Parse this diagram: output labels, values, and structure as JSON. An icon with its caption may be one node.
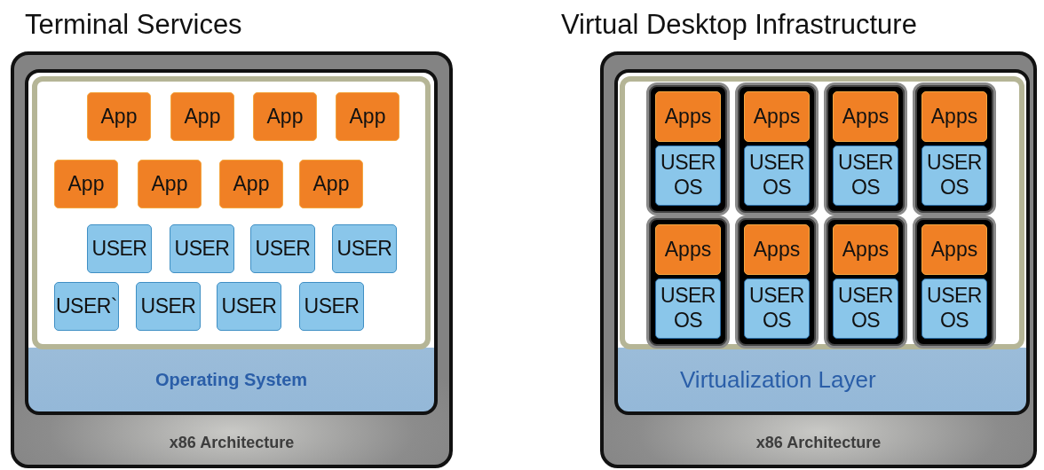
{
  "diagram": {
    "nodes": [
      {
        "text": [
          "Terminal Services",
          "x86 Architecture"
        ]
      },
      {
        "text": [
          "Operating System"
        ],
        "in": 0
      },
      {
        "text": [],
        "shape": "box",
        "in": 1
      },
      {
        "text": [
          "App"
        ],
        "in": 2
      },
      {
        "text": [
          "App"
        ],
        "in": 2
      },
      {
        "text": [
          "App"
        ],
        "in": 2
      },
      {
        "text": [
          "App"
        ],
        "in": 2
      },
      {
        "text": [
          "App"
        ],
        "in": 2
      },
      {
        "text": [
          "App"
        ],
        "in": 2
      },
      {
        "text": [
          "App"
        ],
        "in": 2
      },
      {
        "text": [
          "App"
        ],
        "in": 2
      },
      {
        "text": [
          "USER"
        ],
        "in": 2
      },
      {
        "text": [
          "USER"
        ],
        "in": 2
      },
      {
        "text": [
          "USER"
        ],
        "in": 2
      },
      {
        "text": [
          "USER"
        ],
        "in": 2
      },
      {
        "text": [
          "USER`"
        ],
        "in": 2
      },
      {
        "text": [
          "USER"
        ],
        "in": 2
      },
      {
        "text": [
          "USER"
        ],
        "in": 2
      },
      {
        "text": [
          "USER"
        ],
        "in": 2
      },
      {
        "text": [
          "Virtual Desktop Infrastructure",
          "x86 Architecture"
        ]
      },
      {
        "text": [
          "Virtualization Layer"
        ],
        "in": 19
      },
      {
        "text": [],
        "shape": "box",
        "in": 20
      },
      {
        "text": [],
        "shape": "box",
        "in": 21
      },
      {
        "text": [
          "Apps"
        ],
        "in": 22
      },
      {
        "text": [
          "USER OS"
        ],
        "in": 22
      },
      {
        "text": [],
        "shape": "box",
        "in": 21
      },
      {
        "text": [
          "Apps"
        ],
        "in": 25
      },
      {
        "text": [
          "USER OS"
        ],
        "in": 25
      },
      {
        "text": [],
        "shape": "box",
        "in": 21
      },
      {
        "text": [
          "Apps"
        ],
        "in": 28
      },
      {
        "text": [
          "USER OS"
        ],
        "in": 28
      },
      {
        "text": [],
        "shape": "box",
        "in": 21
      },
      {
        "text": [
          "Apps"
        ],
        "in": 31
      },
      {
        "text": [
          "USER OS"
        ],
        "in": 31
      },
      {
        "text": [],
        "shape": "box",
        "in": 21
      },
      {
        "text": [
          "Apps"
        ],
        "in": 34
      },
      {
        "text": [
          "USER OS"
        ],
        "in": 34
      },
      {
        "text": [],
        "shape": "box",
        "in": 21
      },
      {
        "text": [
          "Apps"
        ],
        "in": 37
      },
      {
        "text": [
          "USER OS"
        ],
        "in": 37
      },
      {
        "text": [],
        "shape": "box",
        "in": 21
      },
      {
        "text": [
          "Apps"
        ],
        "in": 40
      },
      {
        "text": [
          "USER OS"
        ],
        "in": 40
      },
      {
        "text": [],
        "shape": "box",
        "in": 21
      },
      {
        "text": [
          "Apps"
        ],
        "in": 43
      },
      {
        "text": [
          "USER OS"
        ],
        "in": 43
      }
    ]
  }
}
